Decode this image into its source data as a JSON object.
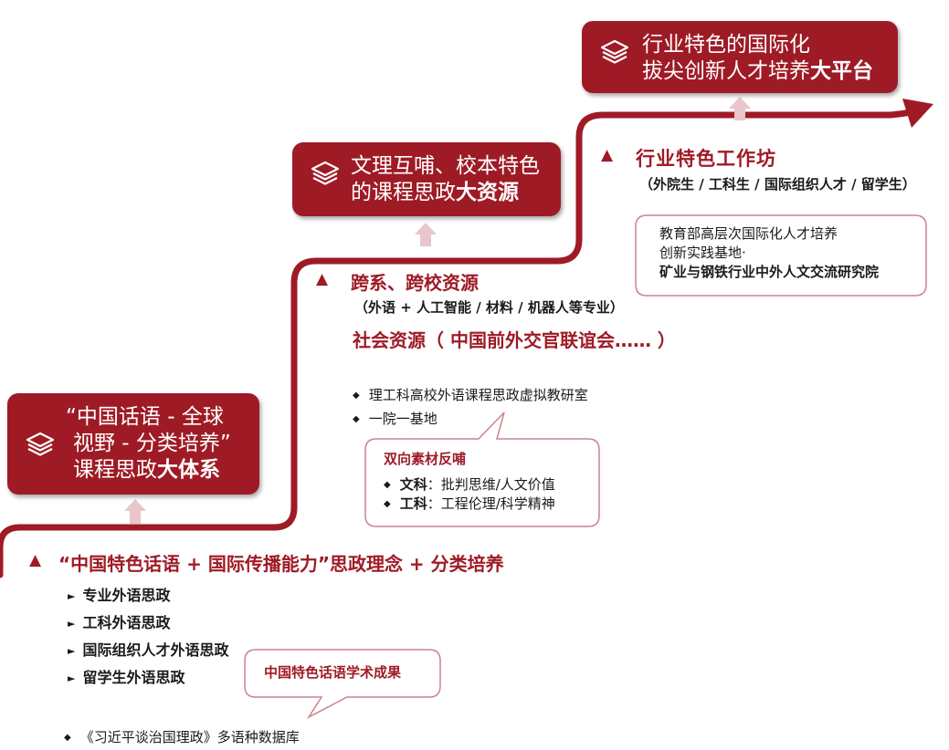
{
  "boxes": {
    "top": {
      "line1": "行业特色的国际化",
      "line2_prefix": "拔尖创新人才培养",
      "line2_bold": "大平台"
    },
    "mid": {
      "line1": "文理互哺、校本特色",
      "line2_prefix": "的课程思政",
      "line2_bold": "大资源"
    },
    "low": {
      "line1": "“中国话语 - 全球",
      "line2": "视野 - 分类培养”",
      "line3_prefix": "课程思政",
      "line3_bold": "大体系"
    }
  },
  "industry": {
    "title": "行业特色工作坊",
    "subtitle": "（外院生 / 工科生 / 国际组织人才 / 留学生）",
    "callout": {
      "line1": "教育部高层次国际化人才培养",
      "line2": "创新实践基地·",
      "line3": "矿业与钢铁行业中外人文交流研究院"
    }
  },
  "resources": {
    "title": "跨系、跨校资源",
    "subtitle": "（外语 + 人工智能 / 材料 / 机器人等专业）",
    "social": "社会资源（ 中国前外交官联谊会…… ）",
    "bullets": [
      "理工科高校外语课程思政虚拟教研室",
      "一院一基地"
    ],
    "callout": {
      "title": "双向素材反哺",
      "items": [
        {
          "key": "文科",
          "value": "：批判思维/人文价值"
        },
        {
          "key": "工科",
          "value": "：工程伦理/科学精神"
        }
      ]
    }
  },
  "concept": {
    "title": "“中国特色话语 + 国际传播能力”思政理念 + 分类培养",
    "items": [
      "专业外语思政",
      "工科外语思政",
      "国际组织人才外语思政",
      "留学生外语思政"
    ],
    "callout": "中国特色话语学术成果",
    "bottom_bullet": "《习近平谈治国理政》多语种数据库"
  },
  "colors": {
    "accent": "#9e1b26",
    "light_arrow": "#e8c6cb"
  },
  "icons": {
    "stack": "layers-icon",
    "triangle": "triangle-marker-icon"
  }
}
